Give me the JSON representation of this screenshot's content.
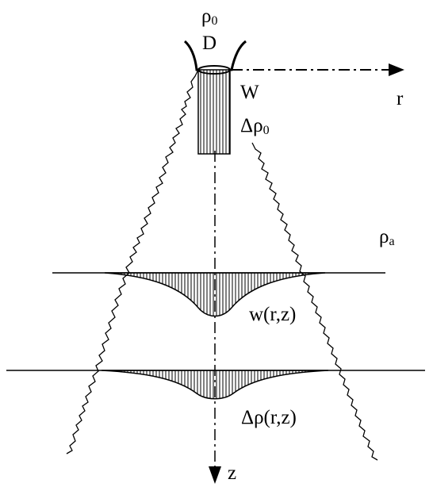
{
  "labels": {
    "rho0": {
      "main": "ρ",
      "sub": "0"
    },
    "D": "D",
    "W": "W",
    "delta_rho0": {
      "main": "Δρ",
      "sub": "0"
    },
    "r": "r",
    "rho_a": {
      "main": "ρ",
      "sub": "a"
    },
    "w_rz": "w(r,z)",
    "delta_rho_rz": "Δρ(r,z)",
    "z": "z"
  }
}
